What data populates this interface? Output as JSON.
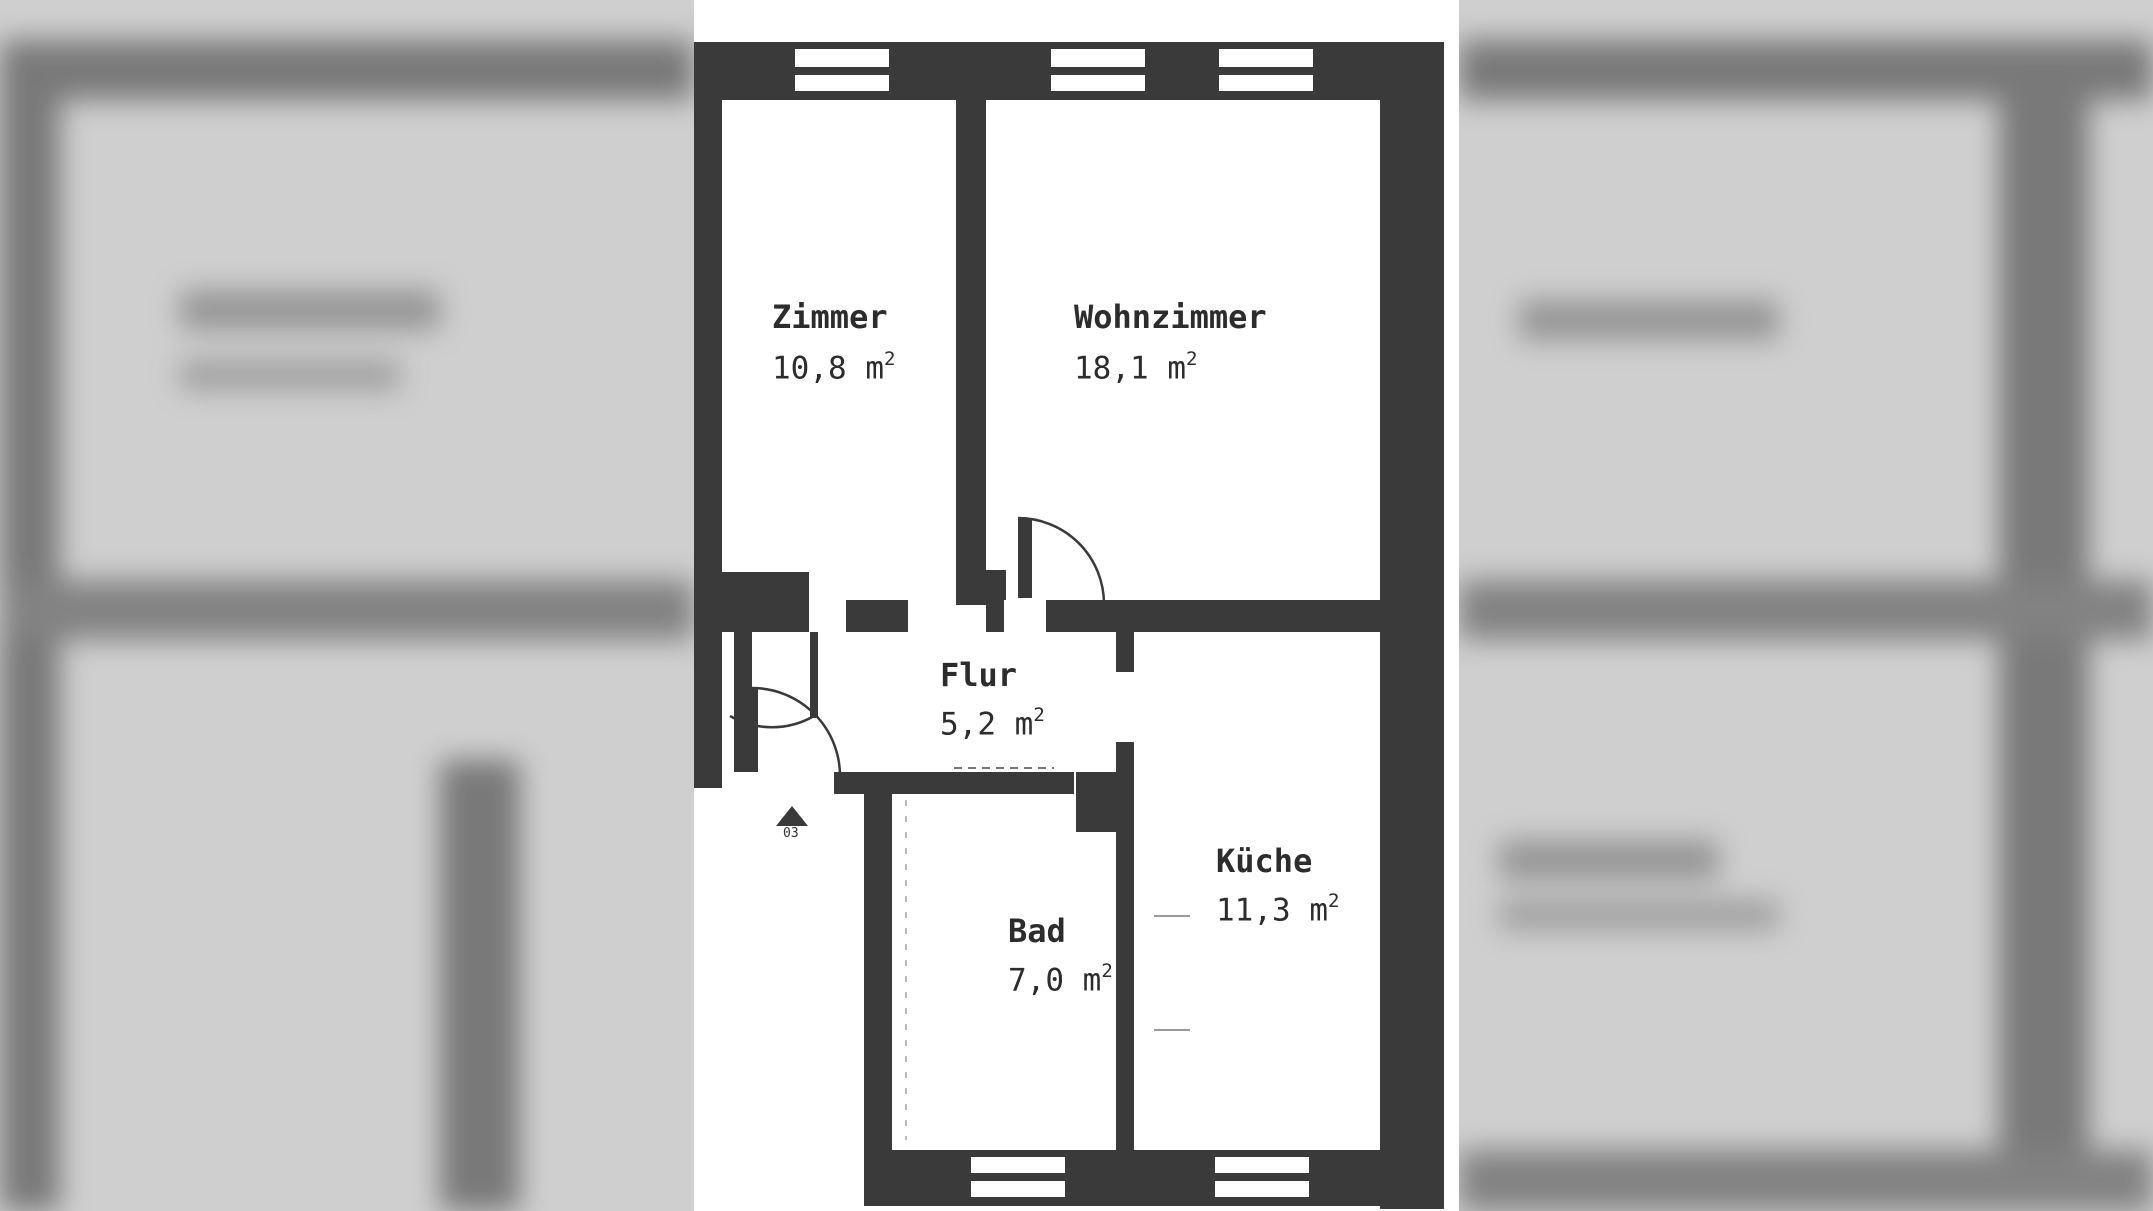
{
  "plan": {
    "rooms": [
      {
        "id": "zimmer",
        "name": "Zimmer",
        "area_value": "10,8 m",
        "area_sup": "2"
      },
      {
        "id": "wohnzimmer",
        "name": "Wohnzimmer",
        "area_value": "18,1 m",
        "area_sup": "2"
      },
      {
        "id": "flur",
        "name": "Flur",
        "area_value": "5,2 m",
        "area_sup": "2"
      },
      {
        "id": "kueche",
        "name": "Küche",
        "area_value": "11,3 m",
        "area_sup": "2"
      },
      {
        "id": "bad",
        "name": "Bad",
        "area_value": "7,0 m",
        "area_sup": "2"
      }
    ],
    "entrance": {
      "label": "03",
      "icon": "entrance-arrow-icon"
    },
    "colors": {
      "wall": "#3a3a3a",
      "background": "#ffffff",
      "side_blur": "#cfcfcf"
    }
  }
}
